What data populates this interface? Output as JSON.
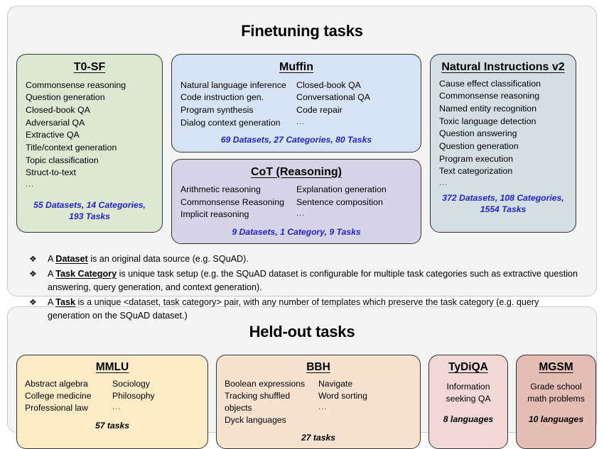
{
  "finetuning": {
    "title": "Finetuning tasks",
    "cards": [
      {
        "name": "t0sf",
        "title": "T0-SF",
        "color": "#dde8d3",
        "items_left": [
          "Commonsense reasoning",
          "Question generation",
          "Closed-book QA",
          "Adversarial QA",
          "Extractive QA",
          "Title/context generation",
          "Topic classification",
          "Struct-to-text",
          "..."
        ],
        "stat": "55 Datasets, 14 Categories, 193 Tasks"
      },
      {
        "name": "muffin",
        "title": "Muffin",
        "color": "#d6e3f4",
        "items_left": [
          "Natural language inference",
          "Code instruction gen.",
          "Program synthesis",
          "Dialog context generation"
        ],
        "items_right": [
          "Closed-book QA",
          "Conversational QA",
          "Code repair",
          "..."
        ],
        "stat": "69 Datasets, 27 Categories, 80 Tasks"
      },
      {
        "name": "cot",
        "title": "CoT (Reasoning)",
        "color": "#d7d3e9",
        "items_left": [
          "Arithmetic reasoning",
          "Commonsense Reasoning",
          "Implicit reasoning"
        ],
        "items_right": [
          "Explanation generation",
          "Sentence composition",
          "..."
        ],
        "stat": "9 Datasets, 1 Category, 9 Tasks"
      },
      {
        "name": "niv2",
        "title": "Natural Instructions v2",
        "color": "#d4dfe3",
        "items_left": [
          "Cause effect classification",
          "Commonsense reasoning",
          "Named entity recognition",
          "Toxic language detection",
          "Question answering",
          "Question generation",
          "Program execution",
          "Text categorization",
          "..."
        ],
        "stat": "372 Datasets, 108 Categories, 1554 Tasks"
      }
    ],
    "definitions": [
      {
        "bullet": "❖",
        "lead": "A ",
        "term": "Dataset",
        "rest": " is an original data source (e.g. SQuAD)."
      },
      {
        "bullet": "❖",
        "lead": "A ",
        "term": "Task Category",
        "rest": " is unique task setup (e.g. the SQuAD dataset is configurable for multiple task categories such as extractive question answering, query generation, and context generation)."
      },
      {
        "bullet": "❖",
        "lead": "A ",
        "term": "Task",
        "rest": " is a unique <dataset, task category> pair, with any number of templates which preserve the task category (e.g. query generation on the SQuAD dataset.)"
      }
    ]
  },
  "heldout": {
    "title": "Held-out tasks",
    "cards": [
      {
        "name": "mmlu",
        "title": "MMLU",
        "color": "#fcecc6",
        "items_left": [
          "Abstract algebra",
          "College medicine",
          "Professional law"
        ],
        "items_right": [
          "Sociology",
          "Philosophy",
          "..."
        ],
        "stat": "57 tasks"
      },
      {
        "name": "bbh",
        "title": "BBH",
        "color": "#f6e2cf",
        "items_left": [
          "Boolean expressions",
          "Tracking shuffled objects",
          "Dyck languages"
        ],
        "items_right": [
          "Navigate",
          "Word sorting",
          "..."
        ],
        "stat": "27 tasks"
      },
      {
        "name": "tydiqa",
        "title": "TyDiQA",
        "color": "#f1d7d6",
        "body": "Information seeking QA",
        "stat": "8 languages"
      },
      {
        "name": "mgsm",
        "title": "MGSM",
        "color": "#e4bdb4",
        "body": "Grade school math problems",
        "stat": "10 languages"
      }
    ]
  },
  "colors": {
    "panel_background": "#f4f4f4",
    "panel_border": "#c9c9c9",
    "card_border": "#333333",
    "stat_accent": "#2222dd",
    "text": "#000000"
  }
}
